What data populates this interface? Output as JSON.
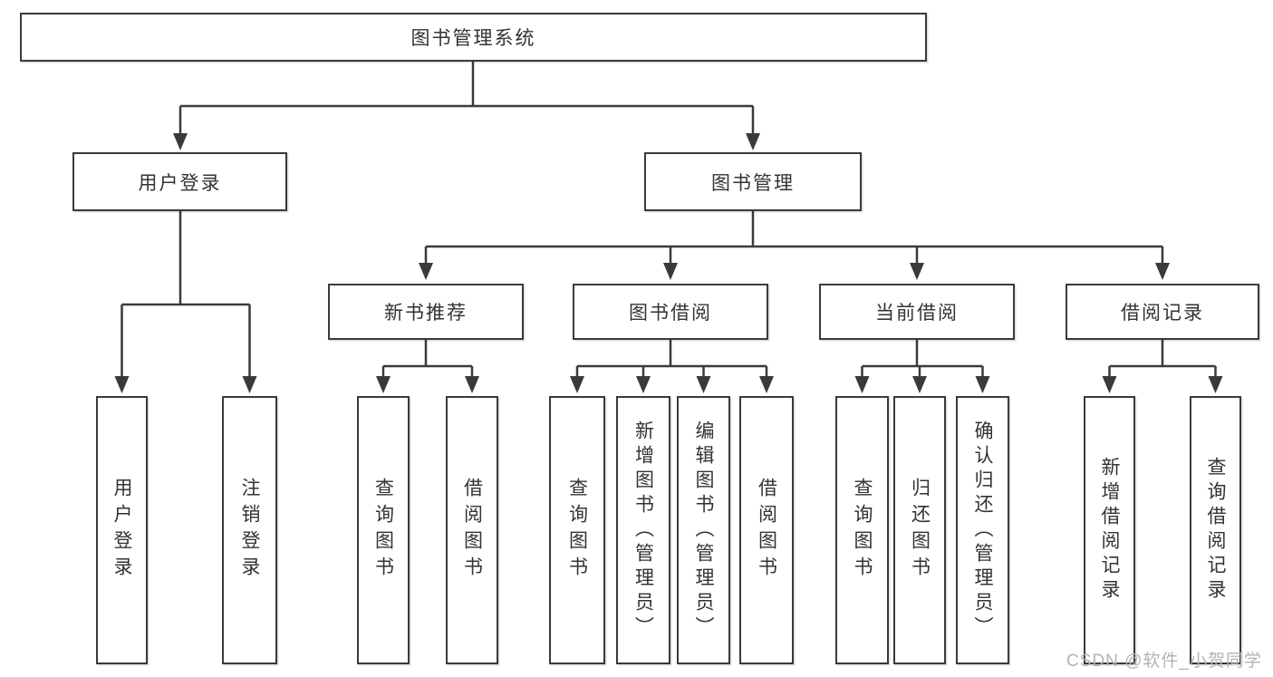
{
  "diagram": {
    "root": {
      "label": "图书管理系统"
    },
    "level2": [
      {
        "label": "用户登录"
      },
      {
        "label": "图书管理"
      }
    ],
    "level3": [
      {
        "label": "新书推荐"
      },
      {
        "label": "图书借阅"
      },
      {
        "label": "当前借阅"
      },
      {
        "label": "借阅记录"
      }
    ],
    "leaves": [
      {
        "label": "用户登录"
      },
      {
        "label": "注销登录"
      },
      {
        "label": "查询图书"
      },
      {
        "label": "借阅图书"
      },
      {
        "label": "查询图书"
      },
      {
        "label": "新增图书（管理员）"
      },
      {
        "label": "编辑图书（管理员）"
      },
      {
        "label": "借阅图书"
      },
      {
        "label": "查询图书"
      },
      {
        "label": "归还图书"
      },
      {
        "label": "确认归还（管理员）"
      },
      {
        "label": "新增借阅记录"
      },
      {
        "label": "查询借阅记录"
      }
    ]
  },
  "watermark": "CSDN @软件_小贺同学",
  "colors": {
    "line": "#3a3a3a",
    "text": "#333333",
    "background": "#ffffff",
    "watermark": "#b3b3b3"
  }
}
